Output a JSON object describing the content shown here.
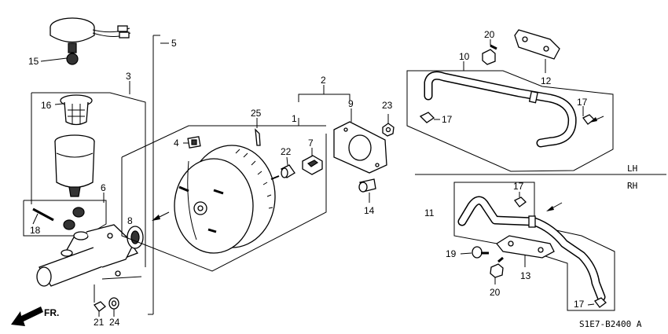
{
  "callouts": {
    "c1": "1",
    "c2": "2",
    "c3": "3",
    "c4": "4",
    "c5": "5",
    "c6": "6",
    "c7": "7",
    "c8": "8",
    "c9": "9",
    "c10": "10",
    "c11": "11",
    "c12": "12",
    "c13": "13",
    "c14": "14",
    "c15": "15",
    "c16": "16",
    "c17a": "17",
    "c17b": "17",
    "c17c": "17",
    "c17d": "17",
    "c18": "18",
    "c19": "19",
    "c20a": "20",
    "c20b": "20",
    "c21": "21",
    "c22": "22",
    "c23": "23",
    "c24": "24",
    "c25": "25"
  },
  "side_labels": {
    "left": "LH",
    "right": "RH"
  },
  "direction_label": "FR.",
  "diagram_code": "S1E7-B2400 A"
}
